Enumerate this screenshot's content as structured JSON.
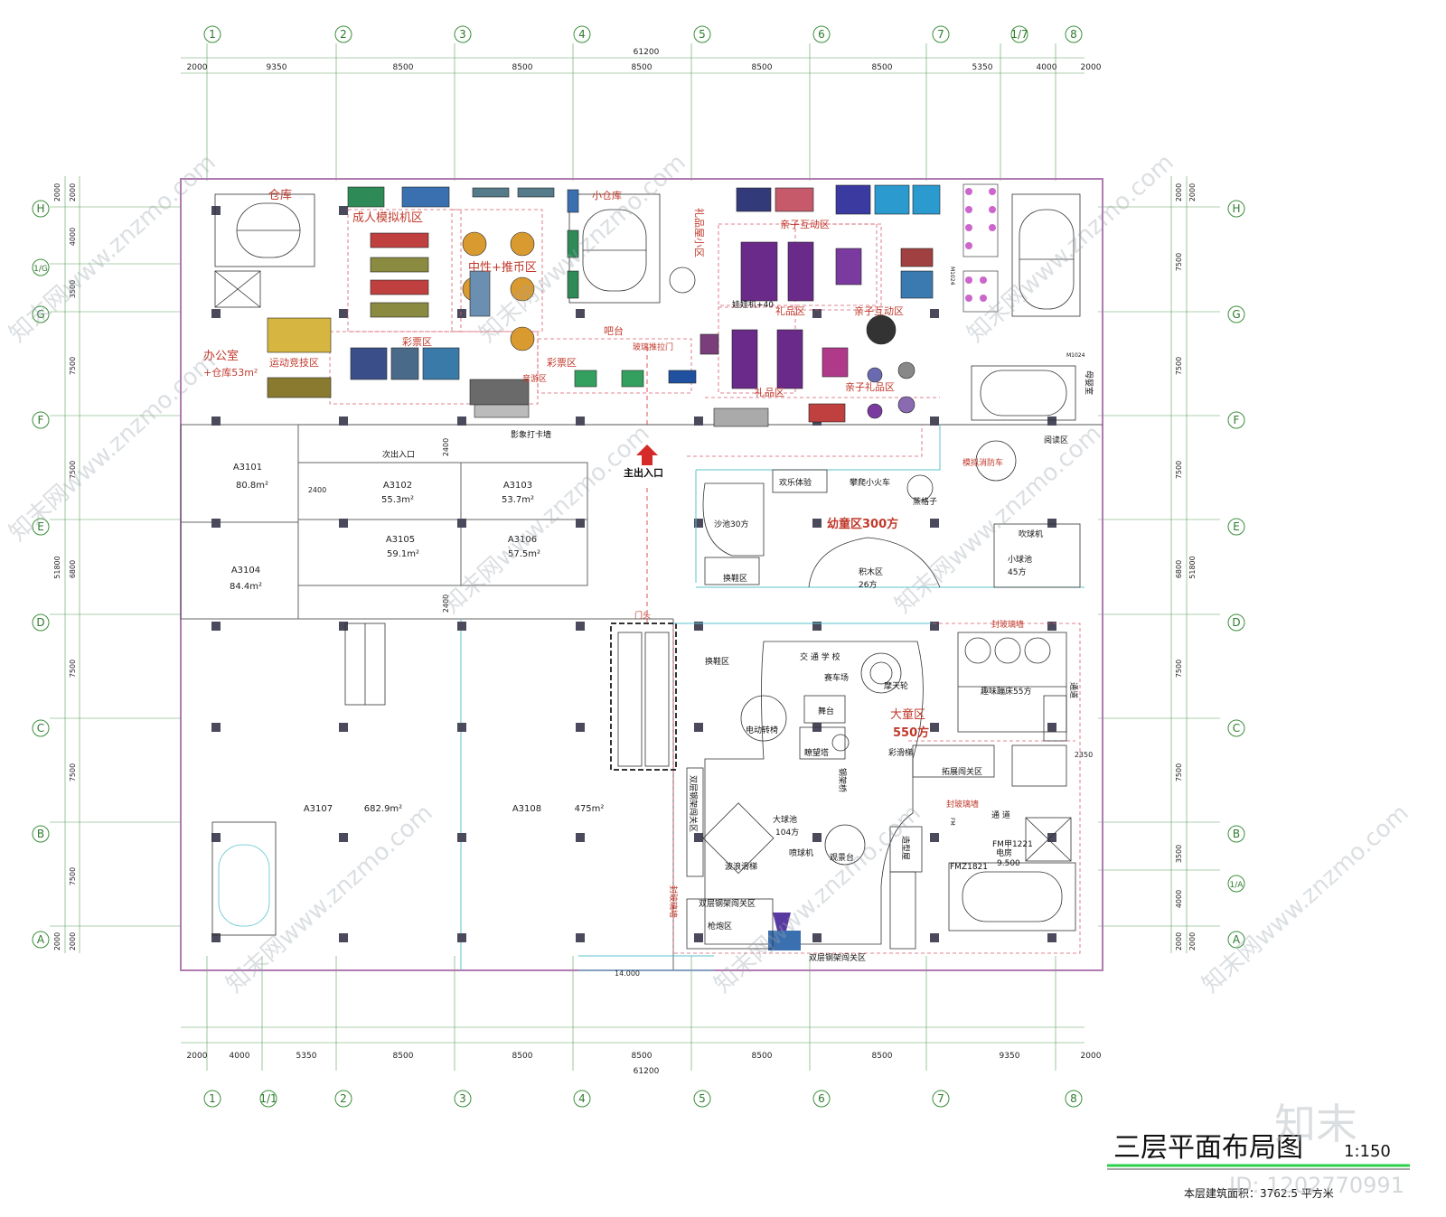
{
  "grid": {
    "columns_top": [
      "1",
      "2",
      "3",
      "4",
      "5",
      "6",
      "7",
      "1/7",
      "8"
    ],
    "columns_bottom": [
      "1",
      "1/1",
      "2",
      "3",
      "4",
      "5",
      "6",
      "7",
      "8"
    ],
    "rows_left": [
      "H",
      "1/G",
      "G",
      "F",
      "E",
      "D",
      "C",
      "B",
      "A"
    ],
    "rows_right": [
      "H",
      "G",
      "F",
      "E",
      "D",
      "C",
      "B",
      "1/A",
      "A"
    ],
    "top_dims": [
      "2000",
      "9350",
      "8500",
      "8500",
      "8500",
      "8500",
      "8500",
      "5350",
      "4000",
      "2000"
    ],
    "top_total": "61200",
    "bottom_dims": [
      "2000",
      "4000",
      "5350",
      "8500",
      "8500",
      "8500",
      "8500",
      "8500",
      "9350",
      "2000"
    ],
    "bottom_total": "61200",
    "left_dims": [
      "2000",
      "2000",
      "4000",
      "3500",
      "7500",
      "7500",
      "6800",
      "7500",
      "7500",
      "7500",
      "2000",
      "2000"
    ],
    "left_total": "51800",
    "right_dims": [
      "2000",
      "2000",
      "7500",
      "7500",
      "7500",
      "6800",
      "7500",
      "7500",
      "3500",
      "4000",
      "2000",
      "2000"
    ],
    "right_total": "51800"
  },
  "labels": {
    "warehouse": "仓库",
    "sim_area": "成人模拟机区",
    "small_warehouse": "小仓库",
    "gift_small": "礼品屋小区",
    "neutral_coin": "中性+推币区",
    "parent_interact": "亲子互动区",
    "doll_machine": "娃娃机+40",
    "gift_area": "礼品区",
    "parent_interact2": "亲子互动区",
    "office": "办公室",
    "office2": "+仓库53m²",
    "sports": "运动竞技区",
    "lottery": "彩票区",
    "lottery2": "彩票区",
    "music": "音游区",
    "bar": "吧台",
    "bar_door": "玻璃推拉门",
    "gift_area2": "礼品区",
    "parent_gift": "亲子礼品区",
    "mother_baby": "母婴室",
    "photo": "影象打卡墙",
    "second_entrance": "次出入口",
    "main_entrance": "主出入口",
    "sand": "沙池30方",
    "sand2": "欢乐体验",
    "train": "攀爬小火车",
    "fire": "模拟消防车",
    "reading": "阅读区",
    "grid_box": "蒸格子",
    "bubble": "吹球机",
    "toddler": "幼童区300方",
    "blocks": "积木区",
    "blocks_size": "26方",
    "small_ball": "小球池",
    "small_ball_size": "45方",
    "shoe1": "换鞋区",
    "shoe2": "换鞋区",
    "door_head": "门头",
    "seal_glass": "封玻璃墙",
    "seal_glass2": "封玻璃墙",
    "seal_glass3": "封玻璃墙",
    "school": "交 通 学 校",
    "school2": "赛车场",
    "ferris": "摩天轮",
    "stage": "舞台",
    "big_kids": "大童区",
    "big_kids_size": "550方",
    "carousel": "电动转椅",
    "trampoline": "趣味蹦床55方",
    "slide": "彩滑梯",
    "observation": "瞭望塔",
    "expand_zone": "拓展闯关区",
    "corridor": "通道",
    "corridor2": "通 道",
    "double_steel": "双层钢架闯关区",
    "steel_bridge": "钢架桥",
    "big_ball": "大球池",
    "big_ball_size": "104方",
    "wave_slide": "波浪滑梯",
    "view_deck": "观景台",
    "gun_area": "枪炮区",
    "spray": "喷球机",
    "double_steel2": "双层钢架闯关区",
    "double_steel3": "双层钢架闯关区",
    "double_steel_v": "双层钢架闯关区",
    "modeling": "造型屋",
    "electric_room": "电房",
    "elec_code": "FM甲1221",
    "elec_h": "9.500",
    "fmz": "FMZ1821",
    "a3101": "A3101",
    "a3101_area": "80.8m²",
    "a3102": "A3102",
    "a3102_area": "55.3m²",
    "a3103": "A3103",
    "a3103_area": "53.7m²",
    "a3104": "A3104",
    "a3104_area": "84.4m²",
    "a3105": "A3105",
    "a3105_area": "59.1m²",
    "a3106": "A3106",
    "a3106_area": "57.5m²",
    "a3107": "A3107",
    "a3107_area": "682.9m²",
    "a3108": "A3108",
    "a3108_area": "475m²",
    "dim_2400a": "2400",
    "dim_2400b": "2400",
    "dim_2400c": "2400",
    "dim_14000": "14.000",
    "dim_2350": "2350",
    "m1024a": "M1024",
    "m1024b": "M1024",
    "fm": "FM"
  },
  "title": {
    "main": "三层平面布局图",
    "scale": "1:150",
    "subtitle": "本层建筑面积：3762.5 平方米"
  },
  "watermark": {
    "site": "知末网www.znzmo.com",
    "brand": "知末",
    "id": "ID: 1202770991"
  },
  "colors": {
    "wall": "#b07bb0",
    "grid_line": "#3a8f3a",
    "column": "#555566",
    "red_text": "#c0392b",
    "cyan_line": "#59c3cf"
  }
}
